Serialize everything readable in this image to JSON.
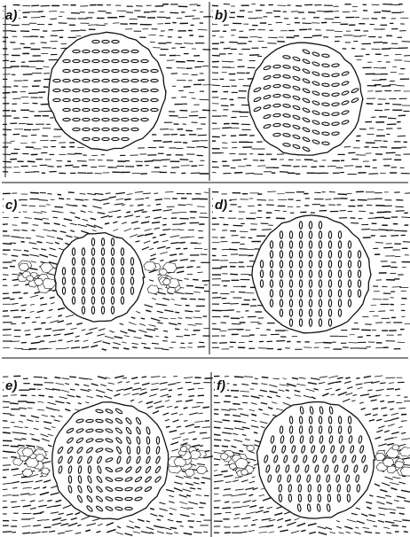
{
  "figure": {
    "panels": [
      {
        "id": "a",
        "label": "a)",
        "inclusion_fabric": "horizontal",
        "matrix_fabric": "horizontal",
        "strain_shadow": false
      },
      {
        "id": "b",
        "label": "b)",
        "inclusion_fabric": "wavy",
        "matrix_fabric": "horizontal",
        "strain_shadow": false
      },
      {
        "id": "c",
        "label": "c)",
        "inclusion_fabric": "vertical",
        "matrix_fabric": "deflected",
        "strain_shadow": true
      },
      {
        "id": "d",
        "label": "d)",
        "inclusion_fabric": "vertical",
        "matrix_fabric": "horizontal",
        "strain_shadow": false
      },
      {
        "id": "e",
        "label": "e)",
        "inclusion_fabric": "spiral",
        "matrix_fabric": "deflected",
        "strain_shadow": true
      },
      {
        "id": "f",
        "label": "f)",
        "inclusion_fabric": "vertical-curved",
        "matrix_fabric": "deflected",
        "strain_shadow": true
      }
    ],
    "colors": {
      "ink": "#111111",
      "background": "#ffffff"
    }
  }
}
